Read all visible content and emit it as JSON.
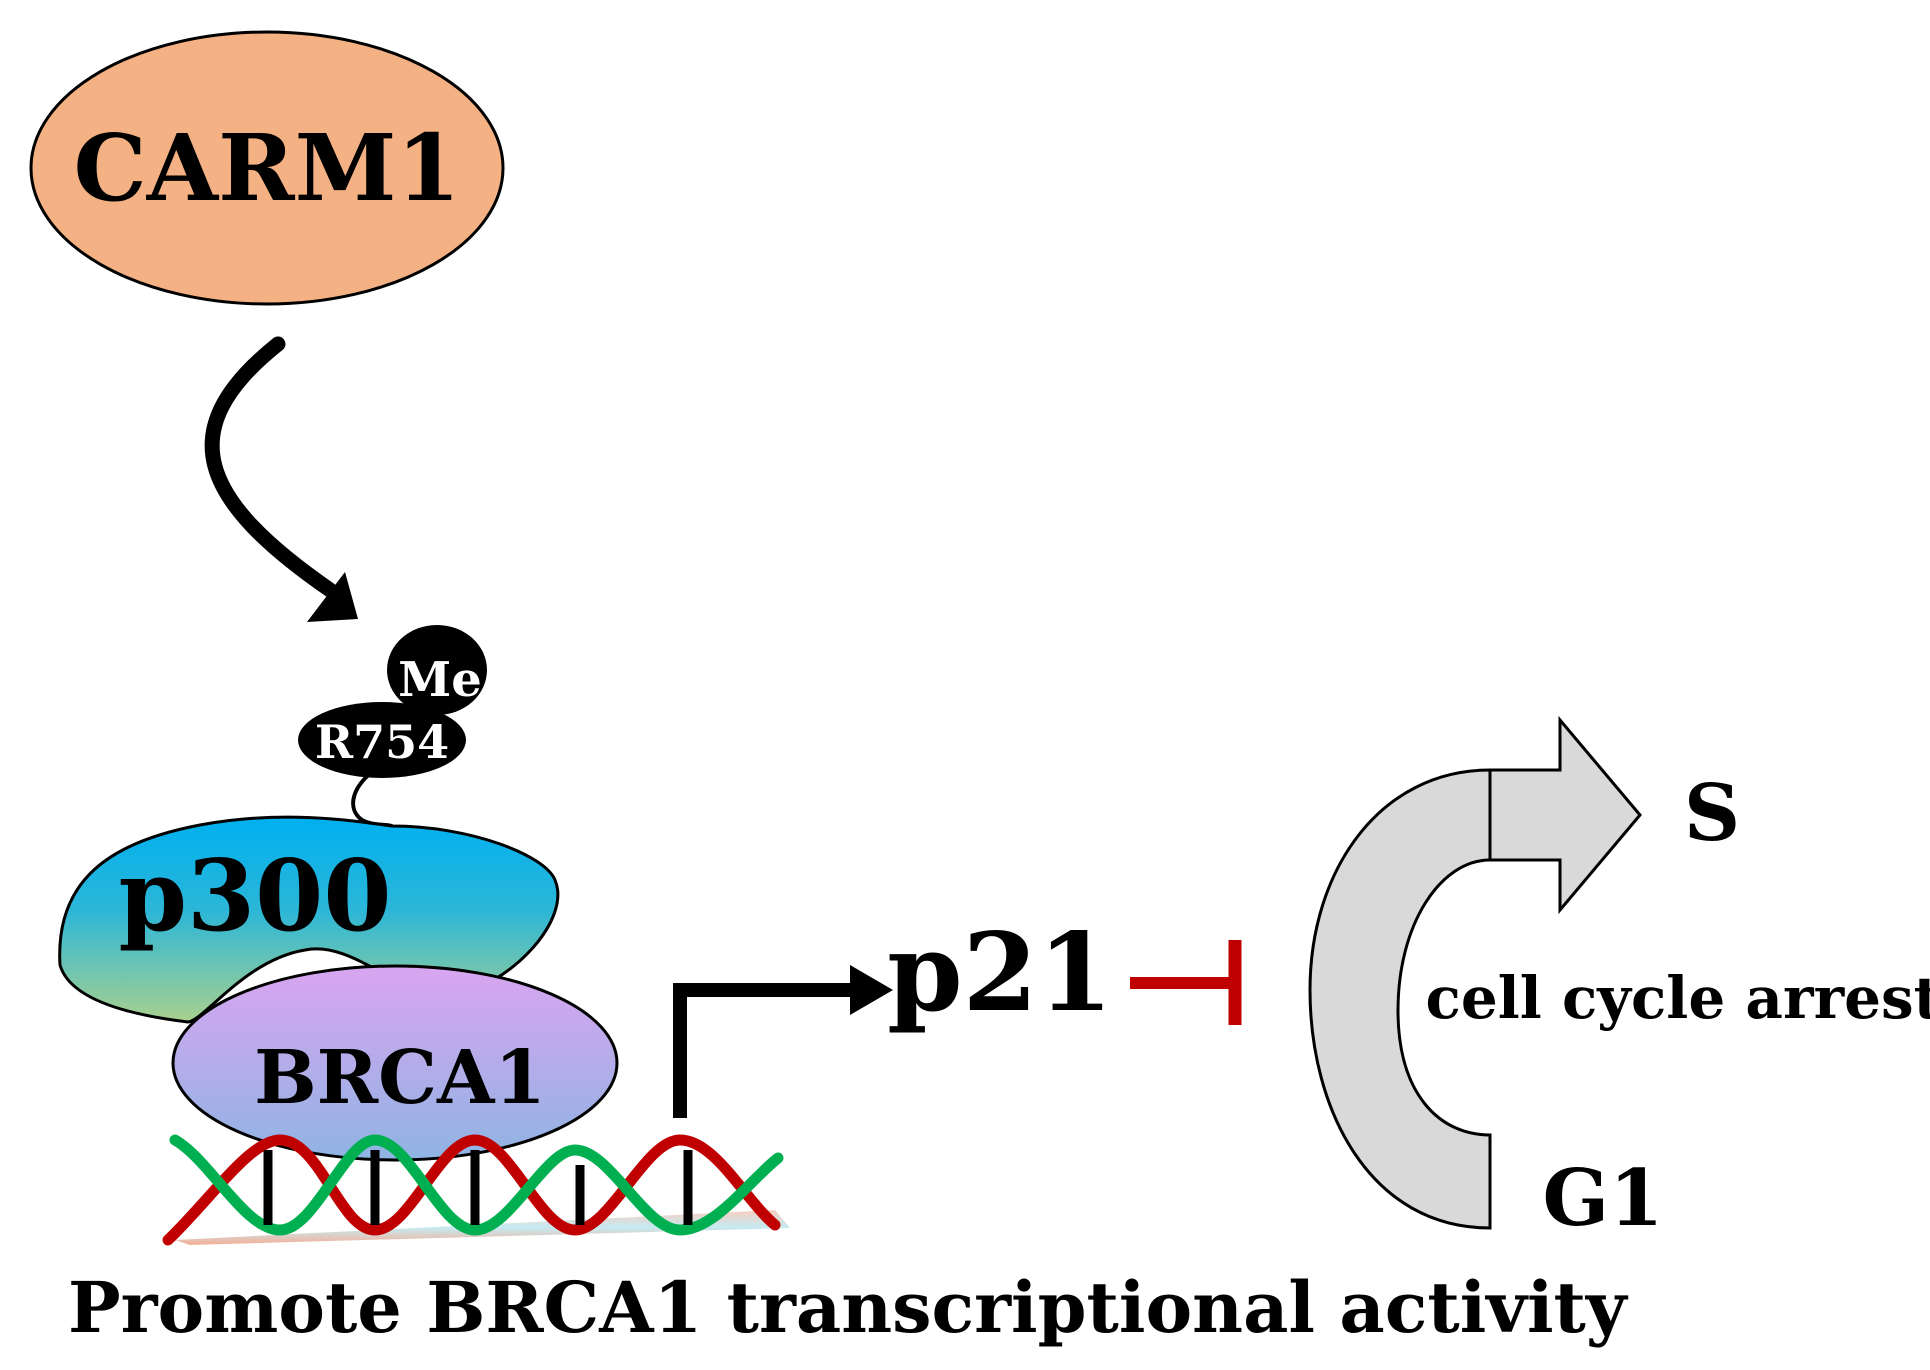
{
  "nodes": {
    "carm1": {
      "label": "CARM1",
      "fill": "#f4b183"
    },
    "me_tag": {
      "label": "Me"
    },
    "residue_tag": {
      "label": "R754"
    },
    "p300": {
      "label": "p300"
    },
    "brca1": {
      "label": "BRCA1"
    },
    "p21": {
      "label": "p21"
    }
  },
  "cell_cycle": {
    "s_phase": "S",
    "g1_phase": "G1",
    "arrest_label": "cell cycle arrest",
    "fill": "#d9d9d9"
  },
  "caption": "Promote BRCA1 transcriptional activity",
  "colors": {
    "activation_arrow": "#000000",
    "inhibition_bar": "#c00000",
    "dna_strand_red": "#c00000",
    "dna_strand_green": "#00b050"
  }
}
